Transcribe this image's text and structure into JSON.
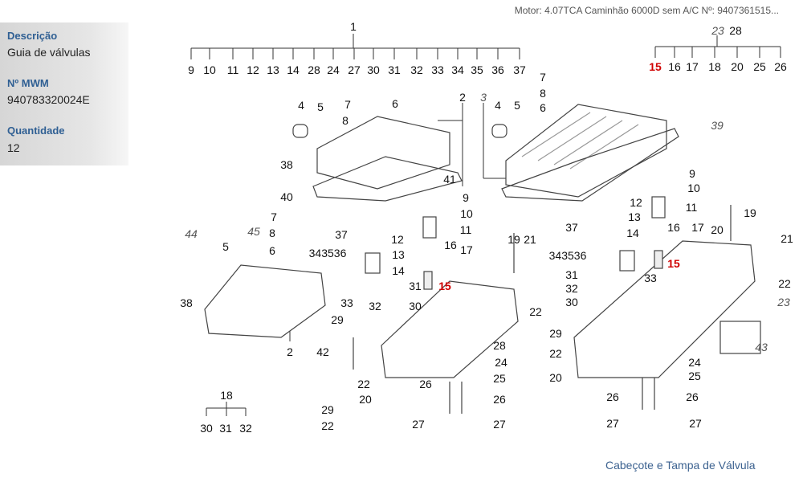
{
  "header": {
    "motor": "Motor: 4.07TCA Caminhão 6000D sem A/C   Nº: 9407361515..."
  },
  "info": {
    "descricao_label": "Descrição",
    "descricao": "Guia de válvulas",
    "mwm_label": "Nº MWM",
    "mwm": "940783320024E",
    "quantidade_label": "Quantidade",
    "quantidade": "12"
  },
  "colors": {
    "highlight": "#d00000",
    "label_blue": "#2f5f93",
    "caption": "#3c6290"
  },
  "diagram": {
    "highlighted_part": "15",
    "callouts": [
      "1",
      "9",
      "10",
      "11",
      "12",
      "13",
      "14",
      "28",
      "24",
      "27",
      "30",
      "31",
      "32",
      "33",
      "34",
      "35",
      "36",
      "37",
      "23",
      "28",
      "15",
      "16",
      "17",
      "18",
      "20",
      "25",
      "26",
      "4",
      "5",
      "7",
      "6",
      "8",
      "2",
      "38",
      "40",
      "41",
      "3",
      "4",
      "5",
      "7",
      "8",
      "6",
      "39",
      "9",
      "10",
      "11",
      "12",
      "13",
      "16",
      "14",
      "15",
      "17",
      "19",
      "20",
      "21",
      "37",
      "343536",
      "33",
      "31",
      "32",
      "30",
      "22",
      "23",
      "43",
      "29",
      "22",
      "20",
      "24",
      "25",
      "26",
      "26",
      "27",
      "27",
      "9",
      "10",
      "11",
      "37",
      "12",
      "13",
      "14",
      "16",
      "17",
      "19",
      "21",
      "343536",
      "15",
      "31",
      "33",
      "32",
      "30",
      "29",
      "22",
      "28",
      "42",
      "24",
      "25",
      "22",
      "20",
      "26",
      "26",
      "27",
      "27",
      "29",
      "22",
      "44",
      "45",
      "7",
      "8",
      "5",
      "6",
      "38",
      "2",
      "18",
      "30",
      "31",
      "32"
    ]
  },
  "footer": {
    "caption": "Cabeçote e Tampa de Válvula"
  }
}
